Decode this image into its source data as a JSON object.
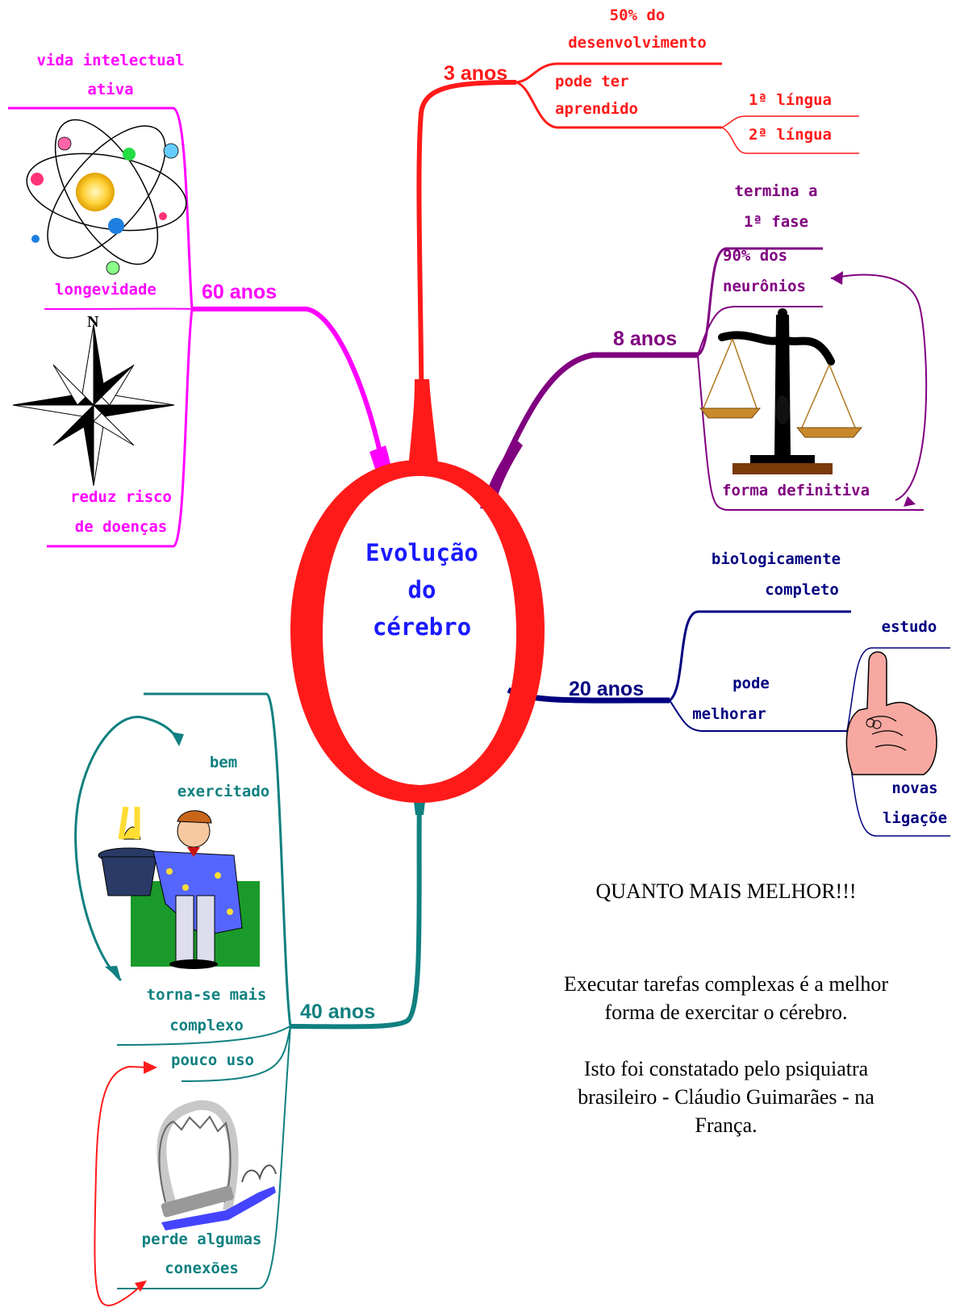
{
  "center": {
    "line1": "Evolução",
    "line2": "do",
    "line3": "cérebro"
  },
  "colors": {
    "red": "#ff1a1a",
    "purple": "#800080",
    "navy": "#000080",
    "teal": "#108080",
    "pink": "#ff00ff",
    "title": "#1a1aff"
  },
  "branch_3": {
    "label": "3 anos",
    "dev_l1": "50% do",
    "dev_l2": "desenvolvimento",
    "learn_l1": "pode ter",
    "learn_l2": "aprendido",
    "lang1": "1ª língua",
    "lang2": "2ª língua"
  },
  "branch_8": {
    "label": "8 anos",
    "phase_l1": "termina a",
    "phase_l2": "1ª fase",
    "neur_l1": "90% dos",
    "neur_l2": "neurônios",
    "form": "forma definitiva",
    "icon": "scales-icon"
  },
  "branch_20": {
    "label": "20 anos",
    "bio_l1": "biologicamente",
    "bio_l2": "completo",
    "improve_l1": "pode",
    "improve_l2": "melhorar",
    "study": "estudo",
    "links_l1": "novas",
    "links_l2": "ligaçõe",
    "icon": "pointing-hand-icon"
  },
  "branch_40": {
    "label": "40 anos",
    "ex_l1": "bem",
    "ex_l2": "exercitado",
    "complex_l1": "torna-se mais",
    "complex_l2": "complexo",
    "little_use": "pouco uso",
    "lose_l1": "perde algumas",
    "lose_l2": "conexões",
    "icons": [
      "magician-icon",
      "saw-icon"
    ]
  },
  "branch_60": {
    "label": "60 anos",
    "life_l1": "vida intelectual",
    "life_l2": "ativa",
    "longevity": "longevidade",
    "risk_l1": "reduz risco",
    "risk_l2": "de doenças",
    "compass_n": "N",
    "icons": [
      "atom-icon",
      "compass-rose-icon"
    ]
  },
  "notes": {
    "headline": "QUANTO MAIS MELHOR!!!",
    "p1_l1": "Executar tarefas complexas é a melhor",
    "p1_l2": "forma de exercitar o cérebro.",
    "p2_l1": "Isto foi constatado pelo psiquiatra",
    "p2_l2": "brasileiro - Cláudio Guimarães - na",
    "p2_l3": "França."
  }
}
